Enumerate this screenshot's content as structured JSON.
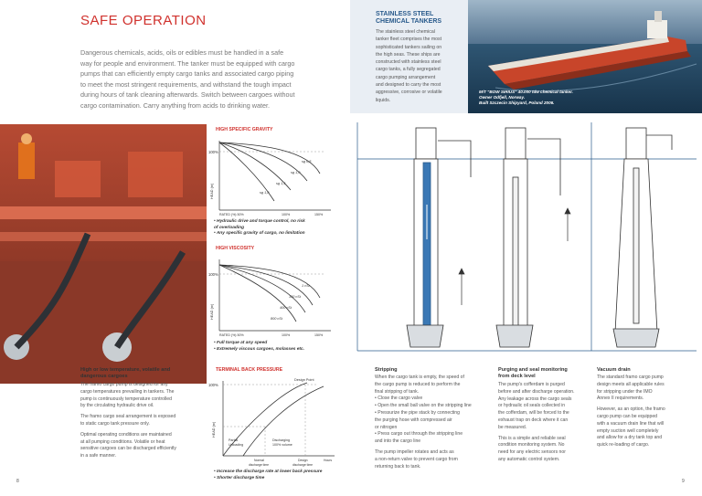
{
  "title": "SAFE OPERATION",
  "intro_lines": [
    "Dangerous chemicals, acids, oils or edibles must be handled in a safe",
    "way for people and environment. The tanker must be equipped with cargo",
    "pumps that can efficiently empty cargo tanks and associated cargo piping",
    "to meet the most stringent requirements, and withstand the tough impact",
    "during hours of tank cleaning afterwards. Switch between cargoes without",
    "cargo contamination. Carry anything from acids to drinking water."
  ],
  "sidebox": {
    "title_lines": [
      "STAINLESS STEEL",
      "CHEMICAL TANKERS"
    ],
    "text_lines": [
      "The stainless steel chemical",
      "tanker fleet comprises the most",
      "sophisticated tankers sailing on",
      "the high seas. These ships are",
      "constructed with stainless steel",
      "cargo tanks, a fully segregated",
      "cargo pumping arrangement",
      "and designed to carry the most",
      "aggressive, corrosive or volatile",
      "liquids."
    ]
  },
  "photo_caption": [
    "M/T \"BOW SIRIUS\" 40.000 tdw chemical tanker.",
    "Owner Odfjell, Norway.",
    "Built Szczecin Shipyard, Poland 2006."
  ],
  "chart1": {
    "heading": "HIGH SPECIFIC GRAVITY",
    "y_tick": "100%",
    "y_label": "HEAD (m)",
    "x_labels": [
      "RATED (%) 50%",
      "100%",
      "150%"
    ],
    "curve_labels": [
      "sg 0,8",
      "sg 1,0",
      "sg 1,5",
      "sg 1,8"
    ],
    "bullets": [
      "• Hydraulic drive and torque control, no risk",
      "   of overloading",
      "• Any specific gravity of cargo, no limitation"
    ]
  },
  "chart2": {
    "heading": "HIGH VISCOSITY",
    "y_tick": "100%",
    "y_label": "HEAD (m)",
    "x_labels": [
      "RATED (%) 50%",
      "100%",
      "150%"
    ],
    "curve_labels": [
      "1 cSt",
      "100 cSt",
      "400 cSt",
      "800 cSt"
    ],
    "bullets": [
      "• Full torque at any speed",
      "• Extremely viscous cargoes, molasses etc."
    ]
  },
  "chart3": {
    "heading": "TERMINAL BACK PRESSURE",
    "y_tick": "100%",
    "y_label": "HEAD (m)",
    "design_point": "Design Point",
    "region_left": [
      "Partial",
      "Unloading"
    ],
    "region_right": [
      "Discharging",
      "100% volume"
    ],
    "x_labels": [
      "Normal",
      "discharge time",
      "Design",
      "discharge time",
      "Hours"
    ],
    "bullets": [
      "• Increase the discharge rate at lower back pressure",
      "• Shorter discharge time"
    ]
  },
  "col1": {
    "title_lines": [
      "High or low temperature, volatile and",
      "dangerous cargoes"
    ],
    "para1": [
      "The framo cargo pump is designed for any",
      "cargo temperatures prevailing in tankers. The",
      "pump is continuously temperature controlled",
      "by the circulating hydraulic drive oil."
    ],
    "para2": [
      "The framo cargo seal arrangement is exposed",
      "to static cargo tank pressure only."
    ],
    "para3": [
      "Optimal operating conditions are maintained",
      "at all pumping conditions. Volatile or heat",
      "sensitive cargoes can be discharged efficiently",
      "in a safe manner."
    ]
  },
  "col2": {
    "title_lines": [
      "Stripping"
    ],
    "para1": [
      "When the cargo tank is empty, the speed of",
      "the cargo pump is reduced to perform the",
      "final stripping of tank."
    ],
    "list": [
      "•  Close the cargo valve",
      "•  Open the small ball valve on the stripping line",
      "•  Pressurize the pipe stack by connecting",
      "    the purging hose with compressed air",
      "    or nitrogen",
      "•  Press cargo out through the stripping line",
      "    and into the cargo line"
    ],
    "para2": [
      "The pump impeller rotates and acts as",
      "a non-return valve to prevent cargo from",
      "returning back to tank."
    ]
  },
  "col3": {
    "title_lines": [
      "Purging and seal monitoring",
      "from deck level"
    ],
    "para1": [
      "The pump's cofferdam is purged",
      "before and after discharge operation.",
      "Any leakage across the cargo seals",
      "or hydraulic oil seals collected in",
      "the cofferdam, will be forced to the",
      "exhaust trap on deck where it can",
      "be measured."
    ],
    "para2": [
      "This is a simple and reliable seal",
      "condition monitoring system. No",
      "need for any electric sensors nor",
      "any automatic control system."
    ]
  },
  "col4": {
    "title_lines": [
      "Vacuum drain"
    ],
    "para1": [
      "The standard framo cargo pump",
      "design meets all applicable rules",
      "for stripping under the IMO",
      "Annex II requirements."
    ],
    "para2": [
      "However, as an option, the framo",
      "cargo pump can be equipped",
      "with a vacuum drain line that will",
      "empty suction well completely",
      "and allow for a dry tank top and",
      "quick re-loading of cargo."
    ]
  },
  "page_left": "8",
  "page_right": "9",
  "colors": {
    "accent": "#d0312d",
    "blue": "#2a5b8c",
    "hull": "#c8452a"
  }
}
